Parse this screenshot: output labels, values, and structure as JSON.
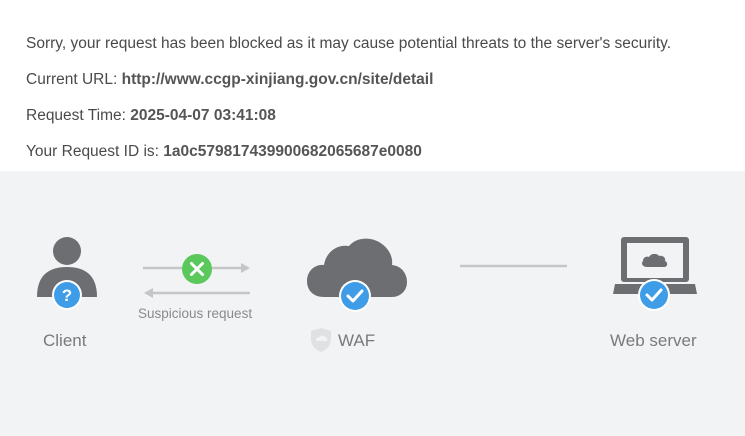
{
  "message": {
    "blocked_text": "Sorry, your request has been blocked as it may cause potential threats to the server's security.",
    "url_label": "Current URL:",
    "url_value": "http://www.ccgp-xinjiang.gov.cn/site/detail",
    "time_label": "Request Time:",
    "time_value": "2025-04-07 03:41:08",
    "id_label": "Your Request ID is:",
    "id_value": "1a0c579817439900682065687e0080"
  },
  "diagram": {
    "client_label": "Client",
    "arrow_label": "Suspicious request",
    "waf_label": "WAF",
    "server_label": "Web server",
    "client_icon": "user-question-icon",
    "block_icon": "x-circle-icon",
    "waf_icon": "cloud-check-icon",
    "server_icon": "monitor-check-icon",
    "colors": {
      "gray": "#6d6e71",
      "blue": "#3f9de8",
      "green": "#5bc85b",
      "arrow": "#c5c6c8",
      "panel": "#f2f3f5"
    }
  }
}
